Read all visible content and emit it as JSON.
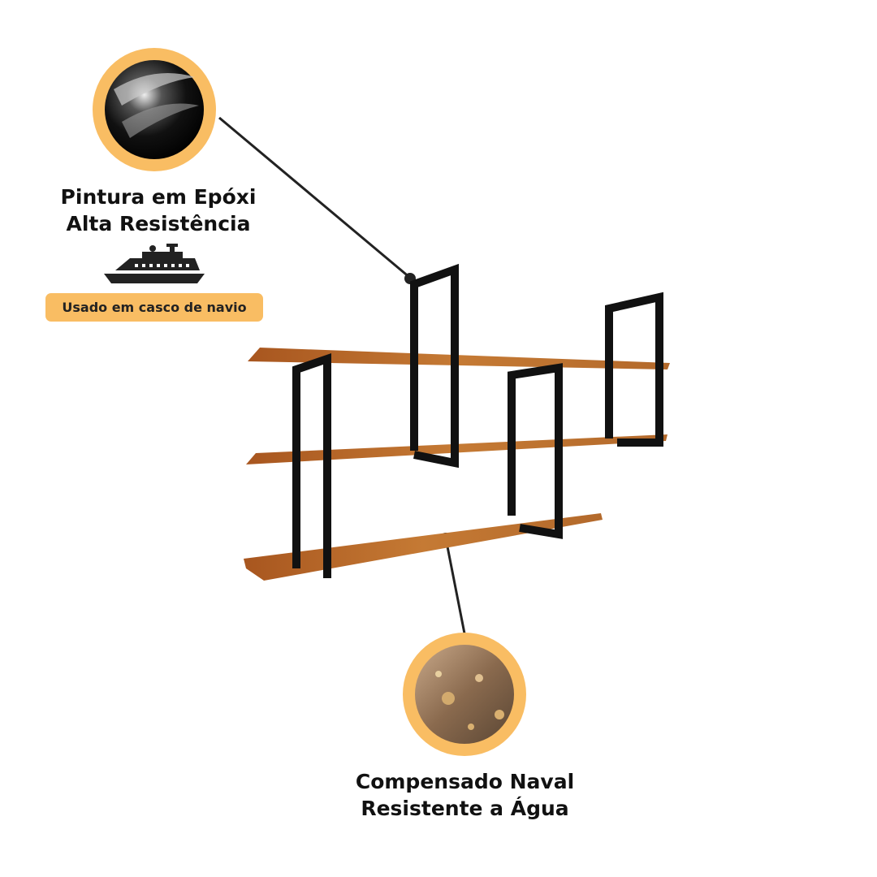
{
  "features": {
    "epoxy": {
      "line1": "Pintura em Epóxi",
      "line2": "Alta Resistência",
      "icon": "ship-icon",
      "badge": "Usado em casco de navio"
    },
    "plywood": {
      "line1": "Compensado Naval",
      "line2": "Resistente a Água"
    }
  },
  "colors": {
    "accent": "#f9bd63",
    "wood": "#b8672a",
    "metal": "#111111"
  }
}
